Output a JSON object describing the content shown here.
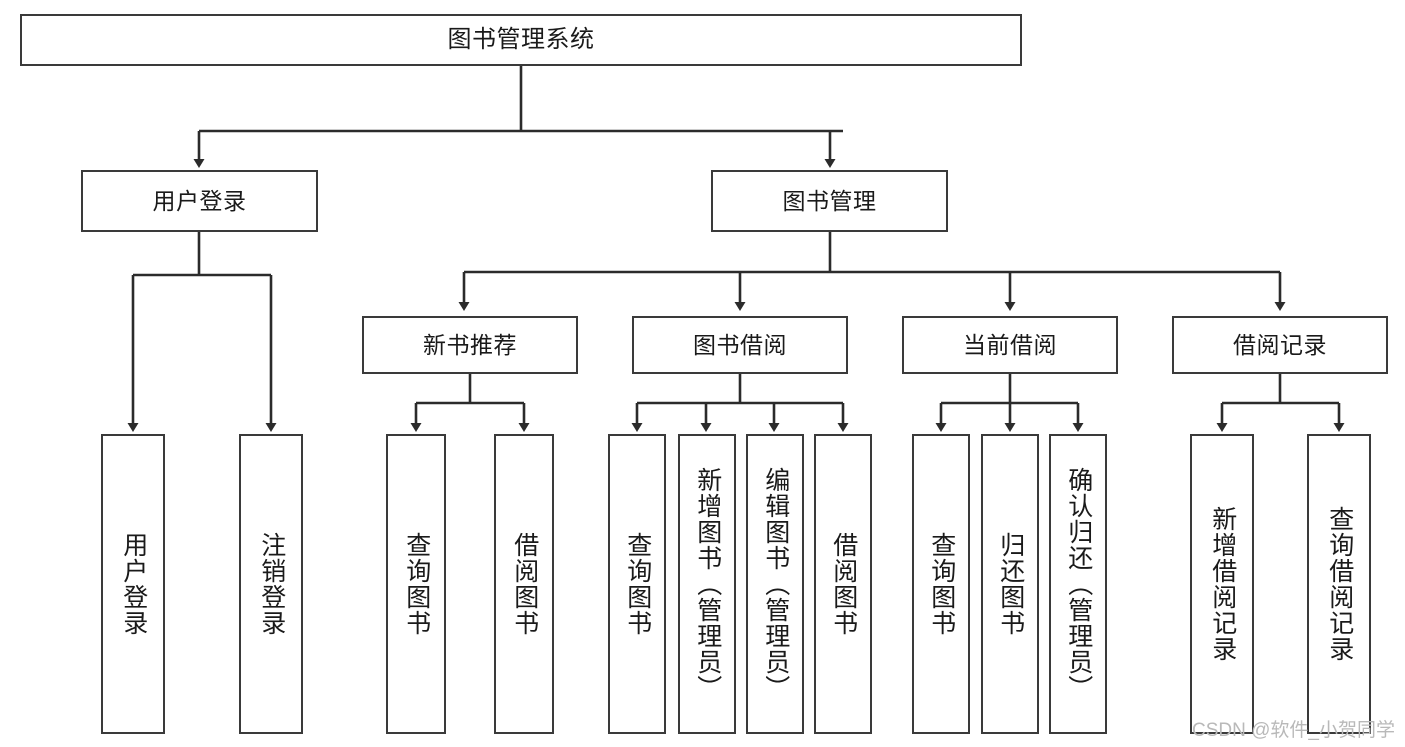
{
  "diagram": {
    "title": "图书管理系统",
    "type": "tree-hierarchy-chart",
    "colors": {
      "box_border": "#3a3a3a",
      "box_fill": "#ffffff",
      "edge": "#2b2b2b",
      "text": "#1a1a1a",
      "watermark": "#b9b9b9",
      "background": "#ffffff"
    },
    "watermark": "CSDN @软件_小贺同学"
  },
  "nodes": {
    "root": {
      "label": "图书管理系统",
      "level": 1
    },
    "level2": [
      {
        "id": "user-login",
        "label": "用户登录"
      },
      {
        "id": "book-manage",
        "label": "图书管理"
      }
    ],
    "level3": [
      {
        "id": "new-book-recommend",
        "label": "新书推荐"
      },
      {
        "id": "book-borrow",
        "label": "图书借阅"
      },
      {
        "id": "current-borrow",
        "label": "当前借阅"
      },
      {
        "id": "borrow-record",
        "label": "借阅记录"
      }
    ],
    "leaves": {
      "user_login": [
        {
          "id": "leaf-user-login",
          "label": "用户登录"
        },
        {
          "id": "leaf-logout-login",
          "label": "注销登录"
        }
      ],
      "new_book_recommend": [
        {
          "id": "leaf-query-book-1",
          "label": "查询图书"
        },
        {
          "id": "leaf-borrow-book-1",
          "label": "借阅图书"
        }
      ],
      "book_borrow": [
        {
          "id": "leaf-query-book-2",
          "label": "查询图书"
        },
        {
          "id": "leaf-add-book",
          "label": "新增图书（管理员）"
        },
        {
          "id": "leaf-edit-book",
          "label": "编辑图书（管理员）"
        },
        {
          "id": "leaf-borrow-book-2",
          "label": "借阅图书"
        }
      ],
      "current_borrow": [
        {
          "id": "leaf-query-book-3",
          "label": "查询图书"
        },
        {
          "id": "leaf-return-book",
          "label": "归还图书"
        },
        {
          "id": "leaf-confirm-return",
          "label": "确认归还（管理员）"
        }
      ],
      "borrow_record": [
        {
          "id": "leaf-add-record",
          "label": "新增借阅记录"
        },
        {
          "id": "leaf-query-record",
          "label": "查询借阅记录"
        }
      ]
    }
  },
  "chart_data": {
    "type": "tree",
    "title": "图书管理系统",
    "root": "图书管理系统",
    "edges": [
      {
        "from": "图书管理系统",
        "to": "用户登录"
      },
      {
        "from": "图书管理系统",
        "to": "图书管理"
      },
      {
        "from": "用户登录",
        "to": "用户登录"
      },
      {
        "from": "用户登录",
        "to": "注销登录"
      },
      {
        "from": "图书管理",
        "to": "新书推荐"
      },
      {
        "from": "图书管理",
        "to": "图书借阅"
      },
      {
        "from": "图书管理",
        "to": "当前借阅"
      },
      {
        "from": "图书管理",
        "to": "借阅记录"
      },
      {
        "from": "新书推荐",
        "to": "查询图书"
      },
      {
        "from": "新书推荐",
        "to": "借阅图书"
      },
      {
        "from": "图书借阅",
        "to": "查询图书"
      },
      {
        "from": "图书借阅",
        "to": "新增图书（管理员）"
      },
      {
        "from": "图书借阅",
        "to": "编辑图书（管理员）"
      },
      {
        "from": "图书借阅",
        "to": "借阅图书"
      },
      {
        "from": "当前借阅",
        "to": "查询图书"
      },
      {
        "from": "当前借阅",
        "to": "归还图书"
      },
      {
        "from": "当前借阅",
        "to": "确认归还（管理员）"
      },
      {
        "from": "借阅记录",
        "to": "新增借阅记录"
      },
      {
        "from": "借阅记录",
        "to": "查询借阅记录"
      }
    ],
    "depth": 4,
    "node_count": 20
  }
}
